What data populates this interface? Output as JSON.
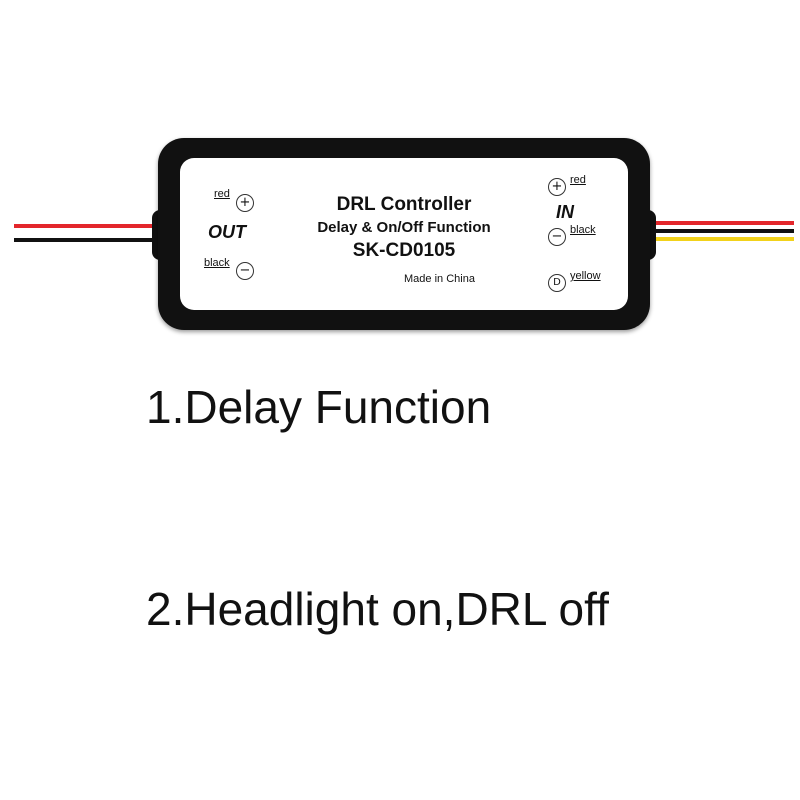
{
  "device": {
    "title": "DRL Controller",
    "subtitle": "Delay & On/Off Function",
    "model": "SK-CD0105",
    "origin": "Made in China",
    "out_label": "OUT",
    "in_label": "IN",
    "out_red": "red",
    "out_black": "black",
    "in_red": "red",
    "in_black": "black",
    "in_yellow": "yellow",
    "plus_symbol": "+",
    "minus_symbol": "−",
    "d_symbol": "D"
  },
  "wire_colors": {
    "red": "#e3262b",
    "black": "#111111",
    "yellow": "#f2d21a"
  },
  "captions": {
    "line1": "1.Delay Function",
    "line2": "2.Headlight on,DRL off"
  }
}
